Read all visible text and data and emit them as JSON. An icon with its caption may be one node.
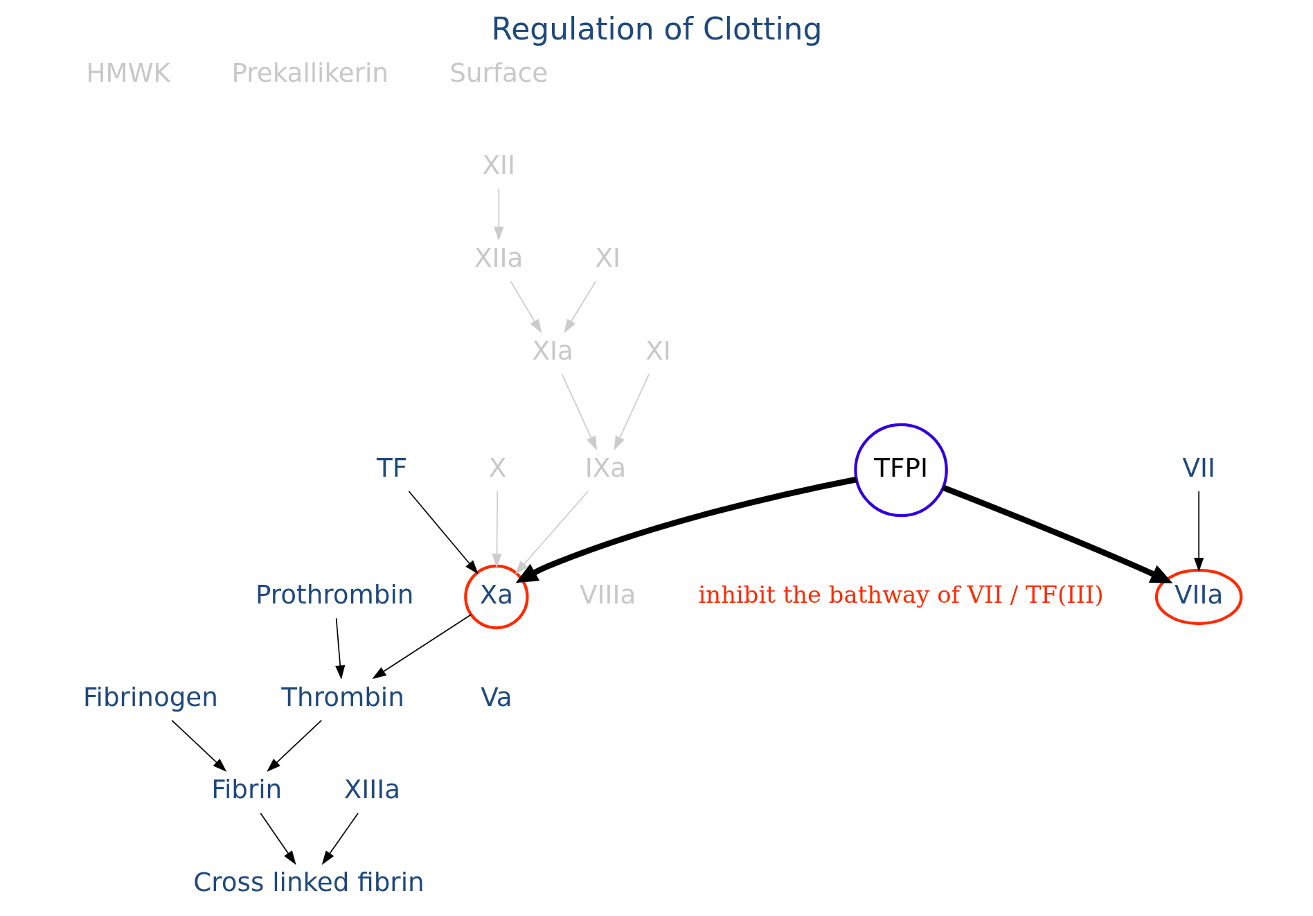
{
  "diagram": {
    "title": "Regulation of Clotting",
    "nodes": [
      {
        "text": [
          "XII"
        ]
      },
      {
        "text": [
          "XIIa"
        ]
      },
      {
        "text": [
          "XI"
        ]
      },
      {
        "text": [
          "XIa"
        ]
      },
      {
        "text": [
          "XI"
        ]
      },
      {
        "text": [
          "IXa"
        ]
      },
      {
        "text": [
          "X"
        ]
      },
      {
        "text": [
          "Xa"
        ]
      },
      {
        "text": [
          "VIIa"
        ]
      },
      {
        "text": [
          "VII"
        ]
      },
      {
        "text": [
          "TF"
        ]
      },
      {
        "text": [
          "TFPI"
        ]
      },
      {
        "text": [
          "Prothrombin"
        ]
      },
      {
        "text": [
          "Thrombin"
        ]
      },
      {
        "text": [
          "Fibrinogen"
        ]
      },
      {
        "text": [
          "Fibrin"
        ]
      },
      {
        "text": [
          "XIIIa"
        ]
      },
      {
        "text": [
          "Cross linked fibrin"
        ]
      }
    ],
    "edges": [
      {
        "from": 0,
        "to": 1,
        "arrow": "to",
        "color": "#cccccc"
      },
      {
        "from": 1,
        "to": 3,
        "arrow": "to",
        "color": "#cccccc"
      },
      {
        "from": 2,
        "to": 3,
        "arrow": "to",
        "color": "#cccccc"
      },
      {
        "from": 3,
        "to": 5,
        "arrow": "to",
        "color": "#cccccc"
      },
      {
        "from": 4,
        "to": 5,
        "arrow": "to",
        "color": "#cccccc"
      },
      {
        "from": 5,
        "to": 7,
        "arrow": "to",
        "color": "#cccccc"
      },
      {
        "from": 6,
        "to": 7,
        "arrow": "to",
        "color": "#cccccc"
      },
      {
        "from": 9,
        "to": 8,
        "arrow": "to"
      },
      {
        "from": 10,
        "to": 7,
        "arrow": "to"
      },
      {
        "from": 11,
        "to": 8,
        "arrow": "to",
        "style": "thick"
      },
      {
        "from": 11,
        "to": 7,
        "arrow": "to",
        "style": "thick"
      },
      {
        "from": 7,
        "to": 13,
        "arrow": "to"
      },
      {
        "from": 12,
        "to": 13,
        "arrow": "to"
      },
      {
        "from": 13,
        "to": 15,
        "arrow": "to"
      },
      {
        "from": 14,
        "to": 15,
        "arrow": "to"
      },
      {
        "from": 16,
        "to": 17,
        "arrow": "to"
      },
      {
        "from": 15,
        "to": 17,
        "arrow": "to"
      }
    ],
    "labels": [
      "HMWK",
      "Prekallikerin",
      "Surface",
      "VIIIa",
      "Va",
      "inhibit the bathway of VII / TF(III)"
    ]
  }
}
